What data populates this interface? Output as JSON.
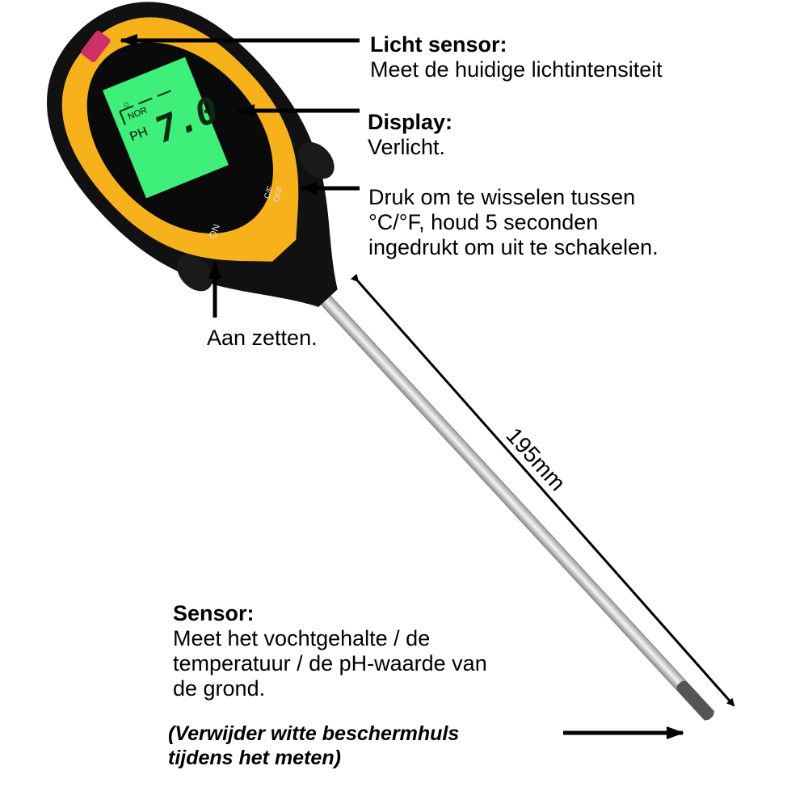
{
  "device": {
    "screen_mode": "NOR",
    "screen_unit": "PH",
    "screen_value": "7.0",
    "button_cf": "C/F",
    "button_off": "OFF",
    "button_on": "ON",
    "colors": {
      "body": "#111111",
      "bezel": "#f7b21b",
      "screen": "#3ef07a",
      "light_sensor": "#d0306a",
      "probe": "#d8d8d8"
    }
  },
  "labels": {
    "light_sensor": {
      "title": "Licht sensor:",
      "text": "Meet de huidige lichtintensiteit"
    },
    "display": {
      "title": "Display:",
      "text": "Verlicht."
    },
    "button": {
      "line1": "Druk om te wisselen tussen",
      "line2": "°C/°F, houd 5 seconden",
      "line3": "ingedrukt om uit te schakelen."
    },
    "power": {
      "text": "Aan zetten."
    },
    "length": {
      "text": "195mm"
    },
    "sensor": {
      "title": "Sensor:",
      "line1": "Meet het vochtgehalte / de",
      "line2": "temperatuur / de pH-waarde van",
      "line3": "de grond."
    },
    "note": {
      "line1": "(Verwijder witte beschermhuls",
      "line2": "tijdens het meten)"
    }
  }
}
